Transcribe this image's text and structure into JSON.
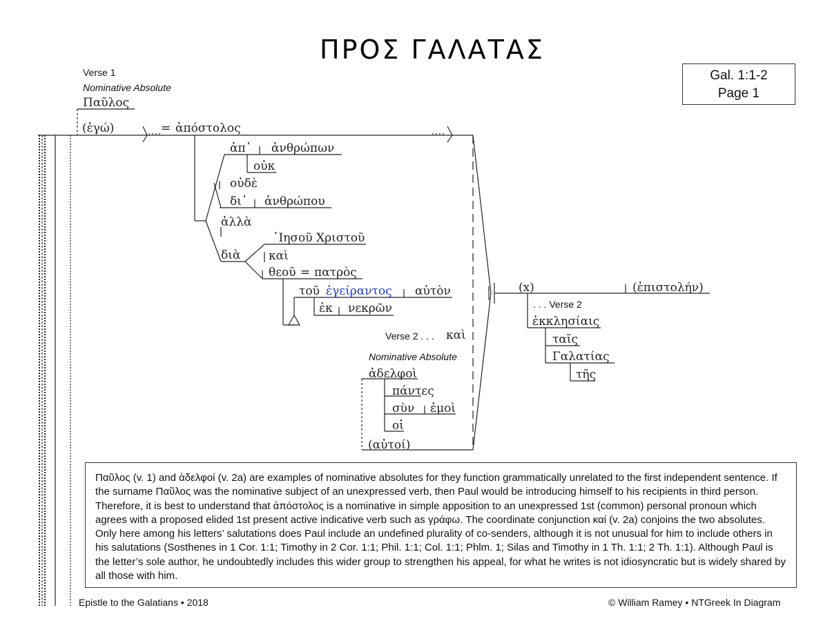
{
  "title": "ΠΡΟΣ ΓΑΛΑΤΑΣ",
  "reference": {
    "line1": "Gal. 1:1-2",
    "line2": "Page 1"
  },
  "verse1": {
    "label": "Verse 1",
    "construction": "Nominative Absolute",
    "subject": "Παῦλος"
  },
  "diagram": {
    "ego": "(ἐγώ)",
    "equals": "=",
    "apostolos": "ἀπόστολος",
    "ap": "ἀπ᾽",
    "anthropon": "ἀνθρώπων",
    "ouk": "οὐκ",
    "oude": "οὐδὲ",
    "di": "δι᾽",
    "anthropou": "ἀνθρώπου",
    "alla": "ἀλλὰ",
    "dia": "διὰ",
    "iesou": "᾽Ιησοῦ Χριστοῦ",
    "kai1": "καὶ",
    "theou": "θεοῦ",
    "equals2": "=",
    "patros": "πατρὸς",
    "tou": "τοῦ",
    "egeirantos": "ἐγείραντος",
    "auton": "αὐτὸν",
    "ek": "ἐκ",
    "nekron": "νεκρῶν",
    "x": "(x)",
    "epistolen": "(ἐπιστολήν)",
    "verse2_marker": ". . . Verse 2",
    "ekklesiais": "ἐκκλησίαις",
    "tais": "ταῖς",
    "galatias": "Γαλατίας",
    "tes": "τῆς"
  },
  "verse2": {
    "label": "Verse 2 . . .",
    "kai": "καὶ",
    "construction": "Nominative Absolute",
    "adelphoi": "ἀδελφοὶ",
    "pantes": "πάντες",
    "syn": "σὺν",
    "emoi": "ἐμοὶ",
    "hoi": "οἱ",
    "autoi": "(αὐτοί)"
  },
  "note": "Παῦλος (v. 1) and ἀδελφοί (v. 2a) are examples of nominative absolutes for they function grammatically unrelated to the first independent sentence. If the surname Παῦλος was the nominative subject of an unexpressed verb, then Paul would be introducing himself to his recipients in third person. Therefore, it is best to understand that ἀπόστολος is a nominative in simple apposition to an unexpressed 1st (common) personal pronoun which agrees with a proposed elided 1st present active indicative verb such as γράφω. The coordinate conjunction καί (v. 2a) conjoins the two absolutes. Only here among his letters’ salutations does Paul include an undefined plurality of co-senders, although it is not unusual for him to include others in his salutations (Sosthenes in 1 Cor. 1:1; Timothy in 2 Cor. 1:1; Phil. 1:1; Col. 1:1; Phlm. 1; Silas and Timothy in 1 Th. 1:1; 2 Th. 1:1). Although Paul is the letter’s sole author, he undoubtedly includes this wider group to strengthen his appeal, for what he writes is not idiosyncratic but is widely shared by all those with him.",
  "footer": {
    "left": "Epistle to the Galatians • 2018",
    "right": "© William Ramey • NTGreek In Diagram"
  },
  "colors": {
    "highlight": "#1a3ccf",
    "ink": "#222222"
  }
}
